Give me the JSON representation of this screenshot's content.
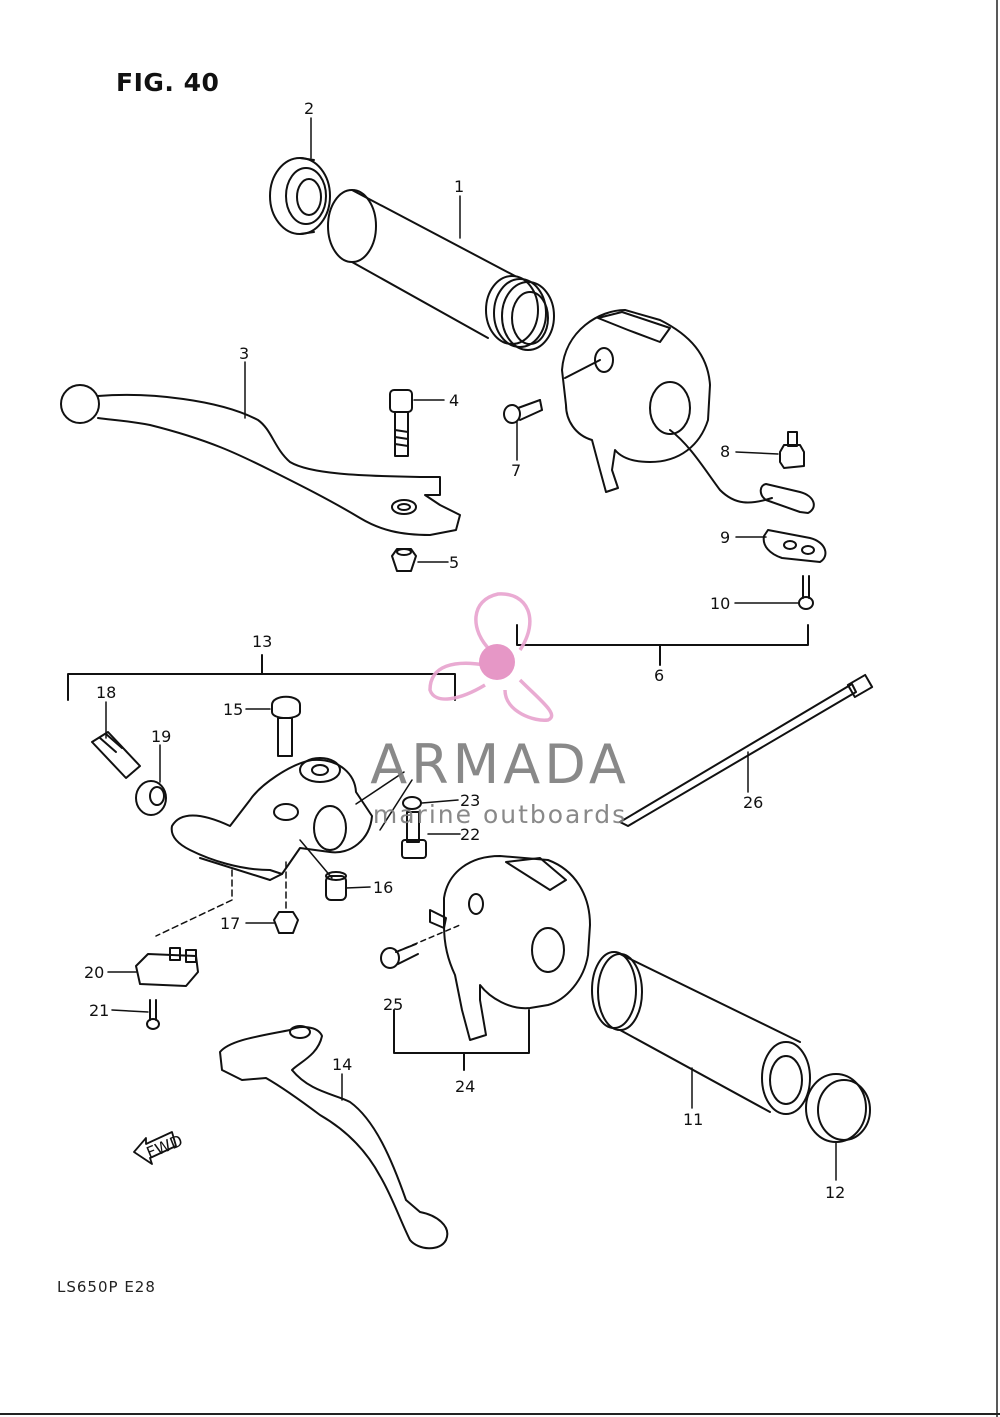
{
  "figure": {
    "title": "FIG. 40",
    "model_code": "LS650P  E28",
    "fwd_label": "FWD"
  },
  "watermark": {
    "brand": "ARMADA",
    "tagline": "marine outboards",
    "colors": {
      "propeller": "#e8a4cf",
      "hub": "#e48fc2",
      "text": "#7f7f7f"
    }
  },
  "part_labels": [
    "1",
    "2",
    "3",
    "4",
    "5",
    "6",
    "7",
    "8",
    "9",
    "10",
    "11",
    "12",
    "13",
    "14",
    "15",
    "16",
    "17",
    "18",
    "19",
    "20",
    "21",
    "22",
    "23",
    "24",
    "25",
    "26"
  ]
}
